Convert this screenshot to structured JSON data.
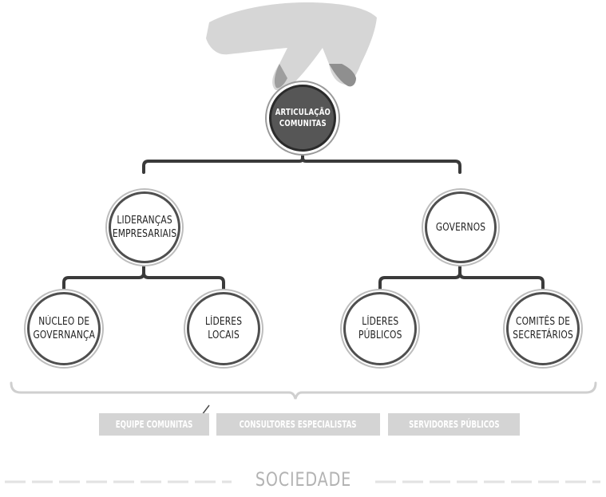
{
  "colors": {
    "root_fill": "#565656",
    "node_border": "#4f4f4f",
    "connector": "#3a3a3a",
    "tag_fill": "#d4d4d4",
    "muted_text": "#b3b3b3"
  },
  "diagram": {
    "root": {
      "label": "ARTICULAÇÃO\nCOMUNITAS",
      "icon": "hand-icon"
    },
    "branches": [
      {
        "label": "LIDERANÇAS\nEMPRESARIAIS",
        "children": [
          {
            "label": "NÚCLEO DE\nGOVERNANÇA"
          },
          {
            "label": "LÍDERES\nLOCAIS"
          }
        ]
      },
      {
        "label": "GOVERNOS",
        "children": [
          {
            "label": "LÍDERES\nPÚBLICOS"
          },
          {
            "label": "COMITÊS DE\nSECRETÁRIOS"
          }
        ]
      }
    ]
  },
  "foundation": {
    "tags": [
      "EQUIPE COMUNITAS",
      "CONSULTORES ESPECIALISTAS",
      "SERVIDORES PÚBLICOS"
    ],
    "title": "SOCIEDADE"
  }
}
